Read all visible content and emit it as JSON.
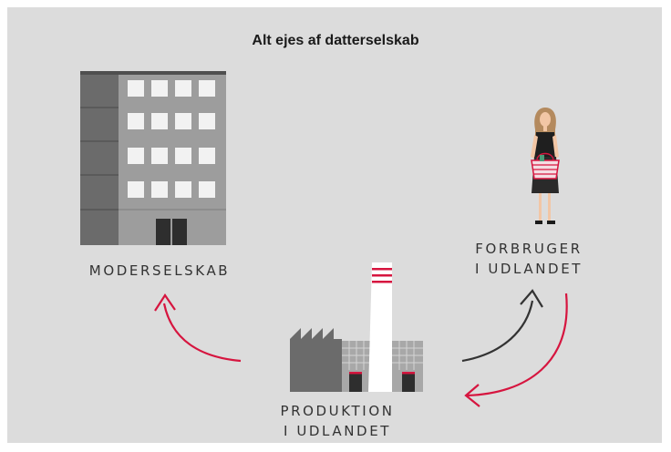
{
  "title": "Alt ejes af datterselskab",
  "nodes": {
    "parent_company": {
      "label": "MODERSELSKAB",
      "icon": "office-building-icon"
    },
    "consumer": {
      "label_line1": "FORBRUGER",
      "label_line2": "I UDLANDET",
      "icon": "shopper-woman-icon"
    },
    "production": {
      "label_line1": "PRODUKTION",
      "label_line2": "I UDLANDET",
      "icon": "factory-icon"
    }
  },
  "colors": {
    "background": "#dcdcdc",
    "accent": "#d6153f",
    "arrow_dark": "#333333",
    "building_dark": "#6b6b6b",
    "building_light": "#9d9d9d"
  }
}
